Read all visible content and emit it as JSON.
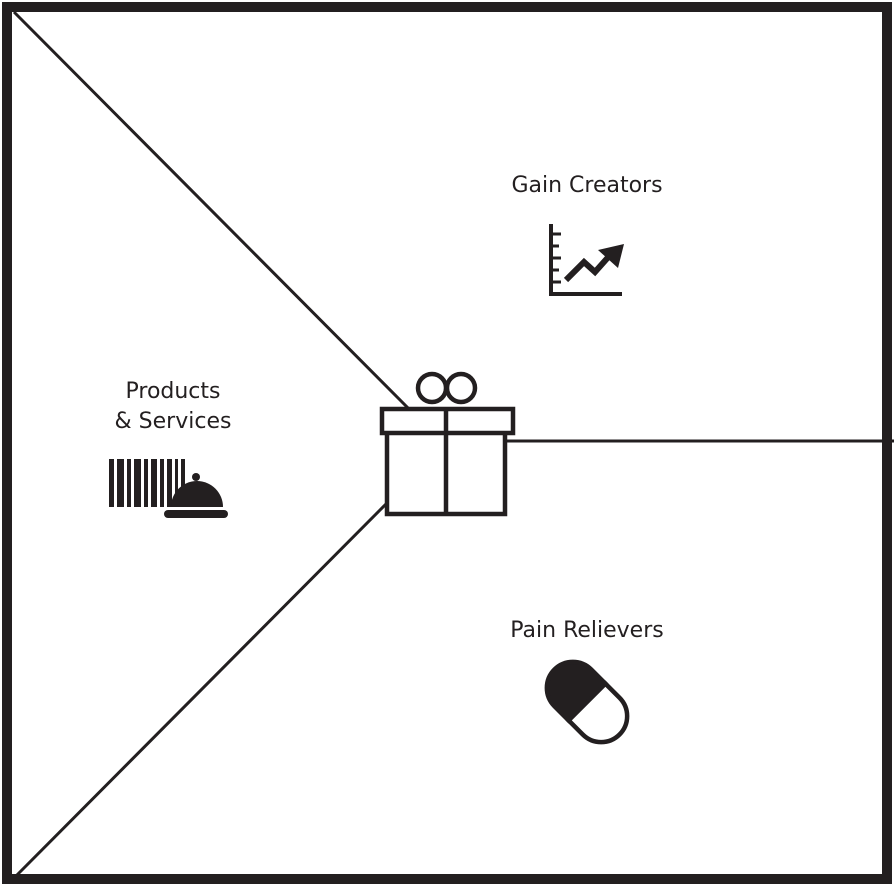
{
  "canvas": {
    "stroke_color": "#231f20",
    "background": "#ffffff"
  },
  "sections": {
    "products_services": {
      "line1": "Products",
      "line2": "& Services",
      "icon": "barcode-and-cloche-icon"
    },
    "gain_creators": {
      "label": "Gain Creators",
      "icon": "growth-chart-icon"
    },
    "pain_relievers": {
      "label": "Pain Relievers",
      "icon": "pill-capsule-icon"
    },
    "center": {
      "icon": "gift-box-icon"
    }
  }
}
